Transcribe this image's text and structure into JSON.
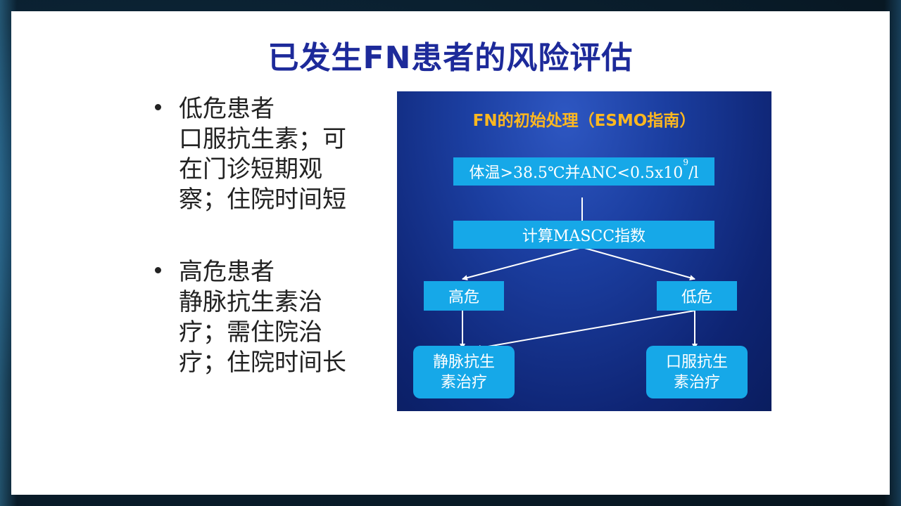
{
  "slide": {
    "title": "已发生FN患者的风险评估"
  },
  "bullets": [
    {
      "head": "低危患者",
      "body": "口服抗生素；可在门诊短期观察；住院时间短"
    },
    {
      "head": "高危患者",
      "body": "静脉抗生素治疗；需住院治疗；住院时间长"
    }
  ],
  "flowchart": {
    "title": "FN的初始处理（ESMO指南）",
    "condition": {
      "prefix": "体温>38.5℃并ANC<0.5x10",
      "sup": "9",
      "suffix": "/l"
    },
    "calc": "计算MASCC指数",
    "high_risk": "高危",
    "low_risk": "低危",
    "iv_line1": "静脉抗生",
    "iv_line2": "素治疗",
    "oral_line1": "口服抗生",
    "oral_line2": "素治疗"
  },
  "colors": {
    "title": "#1d2a9a",
    "flow_title": "#ffb820",
    "box": "#16a8e8",
    "panel": "#1b3ea0"
  }
}
